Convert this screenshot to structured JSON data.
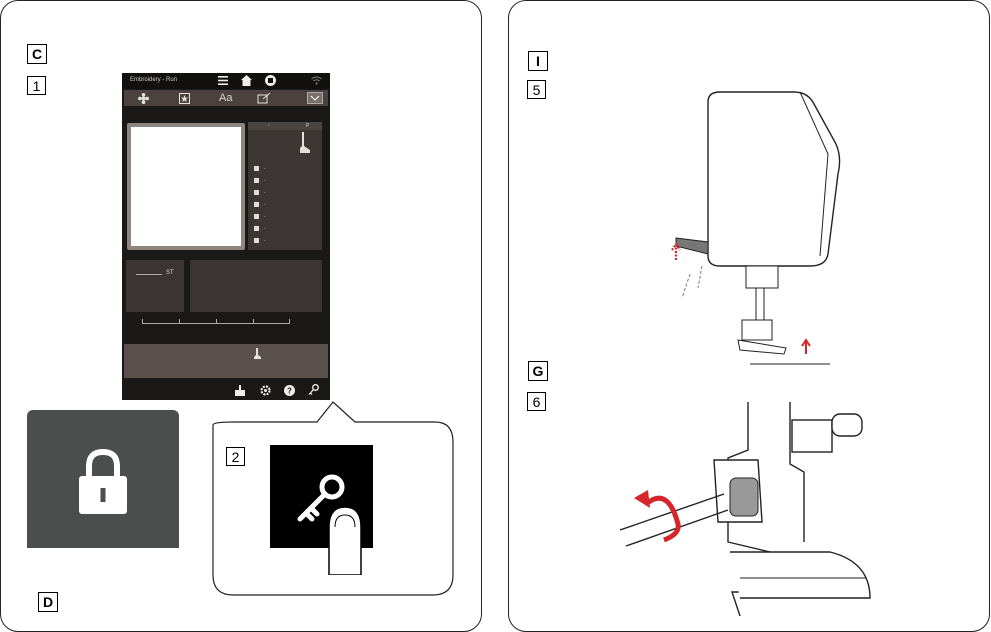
{
  "left_panel": {
    "section_label": "C",
    "step1_label": "1",
    "step2_label": "2",
    "bottom_label": "D",
    "screen": {
      "status_title": "Embroidery - Run",
      "toolbar_text_icon": "Aa",
      "info_header_left": "-",
      "info_header_right": "P",
      "info_rows": [
        "-",
        "-",
        "-",
        "-",
        "-",
        "-",
        "-"
      ],
      "st_label": "ST",
      "icons": [
        "menu-icon",
        "home-icon",
        "stop-icon",
        "wifi-icon",
        "flower-icon",
        "star-icon",
        "hoop-icon",
        "chevron-down-icon",
        "presser-foot-icon",
        "bobbin-icon",
        "gear-icon",
        "help-icon",
        "key-icon"
      ]
    },
    "lock_icon": "padlock-icon",
    "key_icon": "key-icon"
  },
  "right_panel": {
    "section_label_1": "I",
    "step5_label": "5",
    "section_label_2": "G",
    "step6_label": "6"
  },
  "colors": {
    "accent_red": "#d7262b",
    "screen_bg": "#1b1917",
    "lock_bg": "#4b4e4c"
  }
}
